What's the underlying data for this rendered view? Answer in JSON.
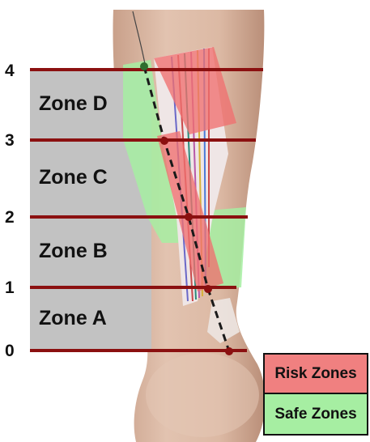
{
  "levels": [
    "0",
    "1",
    "2",
    "3",
    "4"
  ],
  "zones": [
    "Zone A",
    "Zone B",
    "Zone C",
    "Zone D"
  ],
  "legend": {
    "risk": "Risk Zones",
    "safe": "Safe Zones"
  },
  "colors": {
    "risk": "#f08080",
    "safe": "#a6eea2",
    "zone_fill": "#c2c2c2",
    "level_line": "#8b1010",
    "skin": "#d8b49e",
    "tendon_path": "#1a1a1a"
  }
}
